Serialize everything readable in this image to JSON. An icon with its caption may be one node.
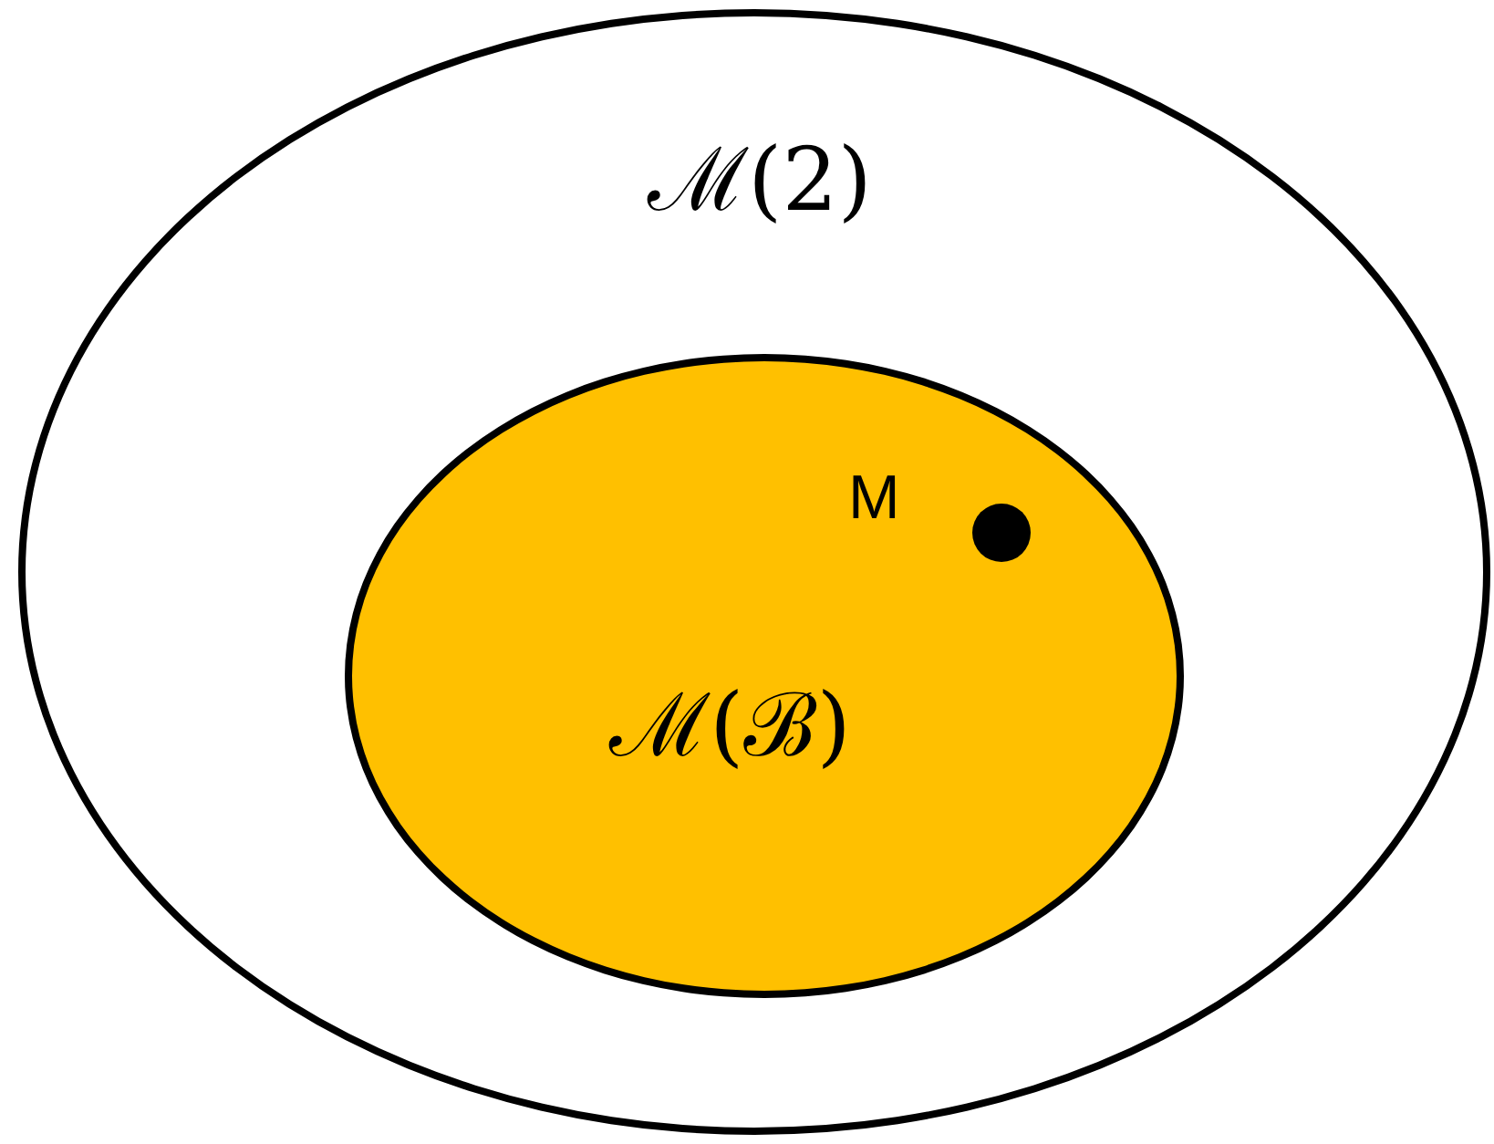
{
  "diagram": {
    "nodes": [
      {
        "text": [
          "ℳ(2)"
        ]
      },
      {
        "text": [
          "ℳ(ℬ)"
        ],
        "in": 0
      },
      {
        "text": [],
        "shape": "circle",
        "in": 1,
        "beside": [
          "M"
        ]
      }
    ]
  }
}
